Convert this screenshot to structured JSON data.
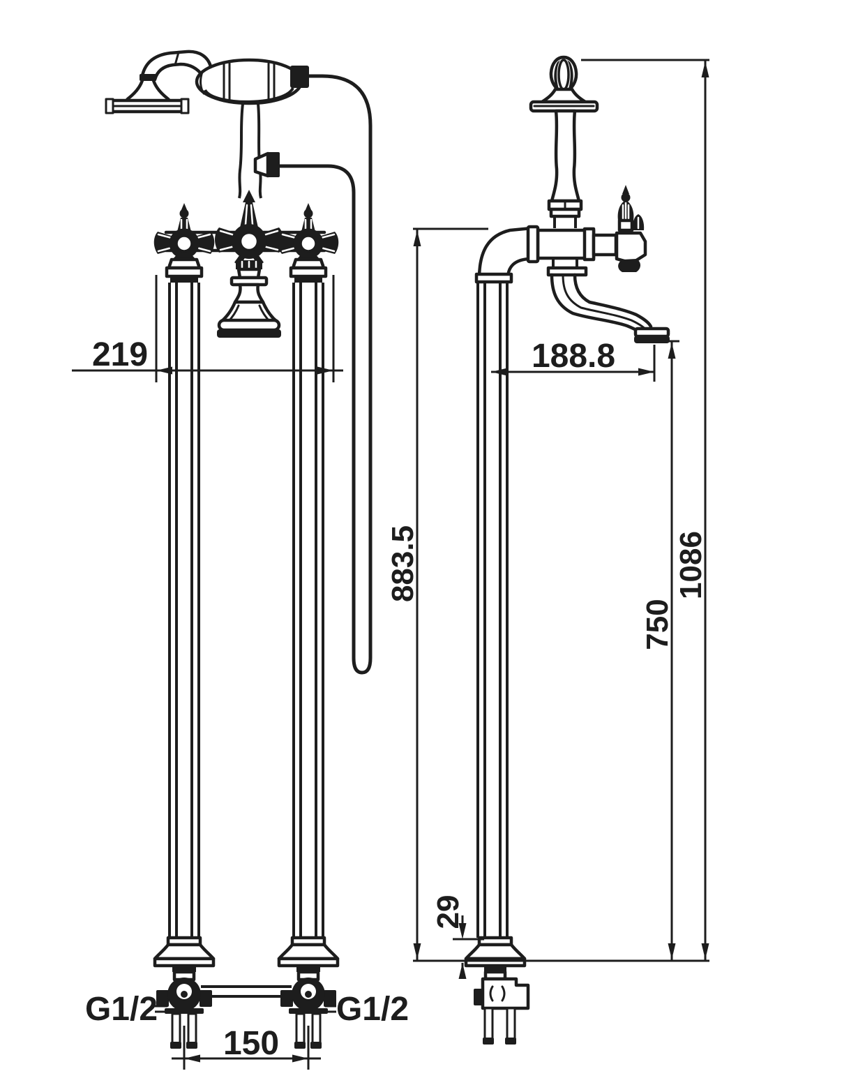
{
  "drawing": {
    "background_color": "#ffffff",
    "line_color": "#1d1d1d",
    "dimensions": {
      "handle_span": "219",
      "spout_reach": "188.8",
      "riser_height": "883.5",
      "spout_outlet_height": "750",
      "overall_height": "1086",
      "base_flange_height": "29",
      "inlet_spacing": "150",
      "inlet_thread_left": "G1/2",
      "inlet_thread_right": "G1/2"
    }
  }
}
